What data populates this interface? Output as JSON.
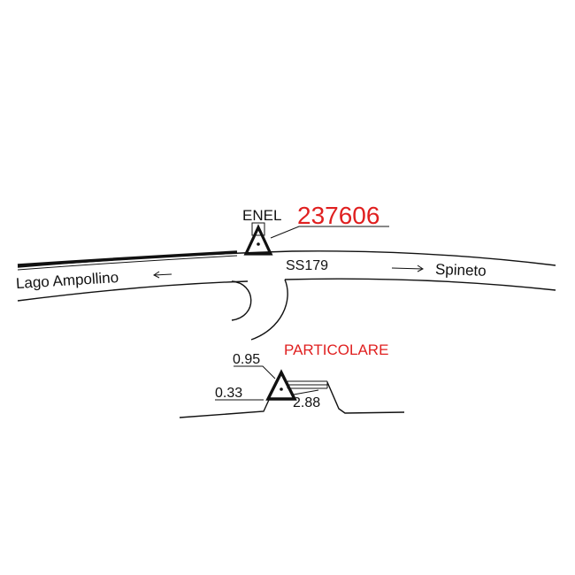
{
  "labels": {
    "enel": "ENEL",
    "code": "237606",
    "road": "SS179",
    "left_destination": "Lago Ampollino",
    "right_destination": "Spineto",
    "detail_title": "PARTICOLARE",
    "dim_top": "0.95",
    "dim_left": "0.33",
    "dim_right": "2.88"
  },
  "colors": {
    "line": "#111111",
    "accent": "#e02020",
    "background": "#ffffff"
  },
  "icons": {
    "pole_marker": "triangle-with-dot",
    "direction_left": "arrow-left",
    "direction_right": "arrow-right"
  }
}
